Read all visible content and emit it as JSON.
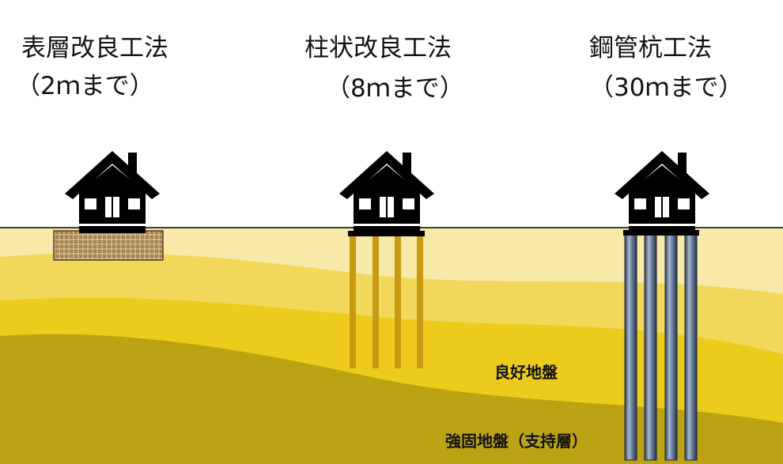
{
  "methods": [
    {
      "name": "表層改良工法",
      "depth": "（2ｍまで）"
    },
    {
      "name": "柱状改良工法",
      "depth": "（8ｍまで）"
    },
    {
      "name": "鋼管杭工法",
      "depth": "（30ｍまで）"
    }
  ],
  "layers": {
    "good": "良好地盤",
    "bearing": "強固地盤（支持層）"
  },
  "colors": {
    "ground_top": "#f7e9a8",
    "ground_mid1": "#f1d85a",
    "ground_mid2": "#eccb1c",
    "ground_bottom": "#bca313",
    "soil_mat": "#b89862",
    "column": "#c79a12",
    "steel_pile": "#5d6f88",
    "house": "#000000"
  }
}
